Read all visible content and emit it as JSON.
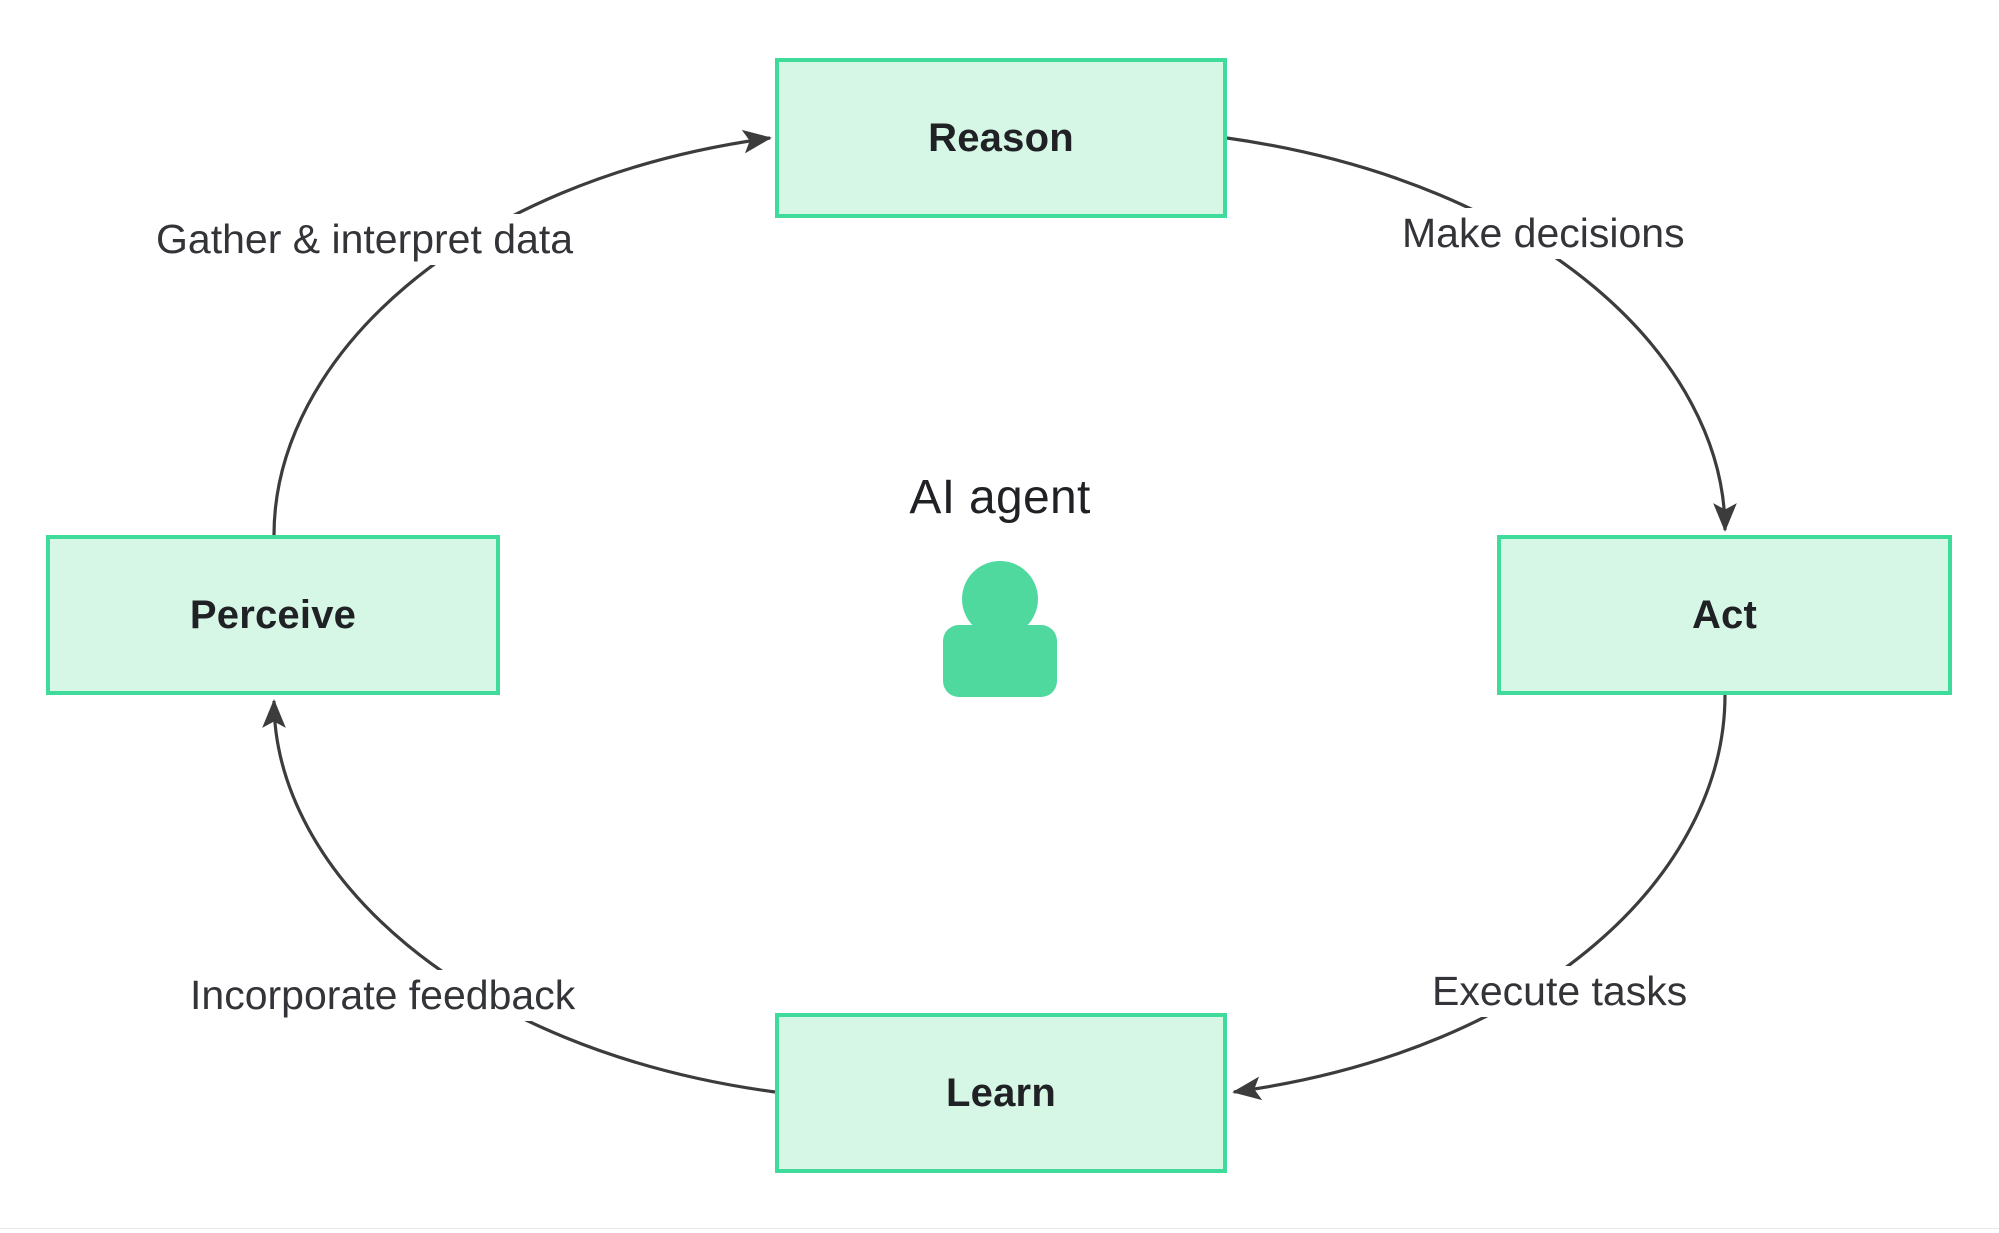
{
  "diagram": {
    "title": "AI agent",
    "type": "cycle",
    "colors": {
      "node_fill": "#d6f7e5",
      "node_border": "#3edb9a",
      "agent_icon": "#4fd99f",
      "node_text": "#1f2125",
      "edge_label_text": "#333438",
      "arrow": "#3c3c3c",
      "background": "#ffffff"
    },
    "nodes": [
      {
        "id": "reason",
        "label": "Reason"
      },
      {
        "id": "act",
        "label": "Act"
      },
      {
        "id": "learn",
        "label": "Learn"
      },
      {
        "id": "perceive",
        "label": "Perceive"
      }
    ],
    "edges": [
      {
        "id": "perceive-to-reason",
        "from": "Perceive",
        "to": "Reason",
        "label": "Gather & interpret data"
      },
      {
        "id": "reason-to-act",
        "from": "Reason",
        "to": "Act",
        "label": "Make decisions"
      },
      {
        "id": "act-to-learn",
        "from": "Act",
        "to": "Learn",
        "label": "Execute tasks"
      },
      {
        "id": "learn-to-perceive",
        "from": "Learn",
        "to": "Perceive",
        "label": "Incorporate feedback"
      }
    ],
    "center": {
      "title": "AI agent",
      "icon": "person-icon"
    }
  }
}
